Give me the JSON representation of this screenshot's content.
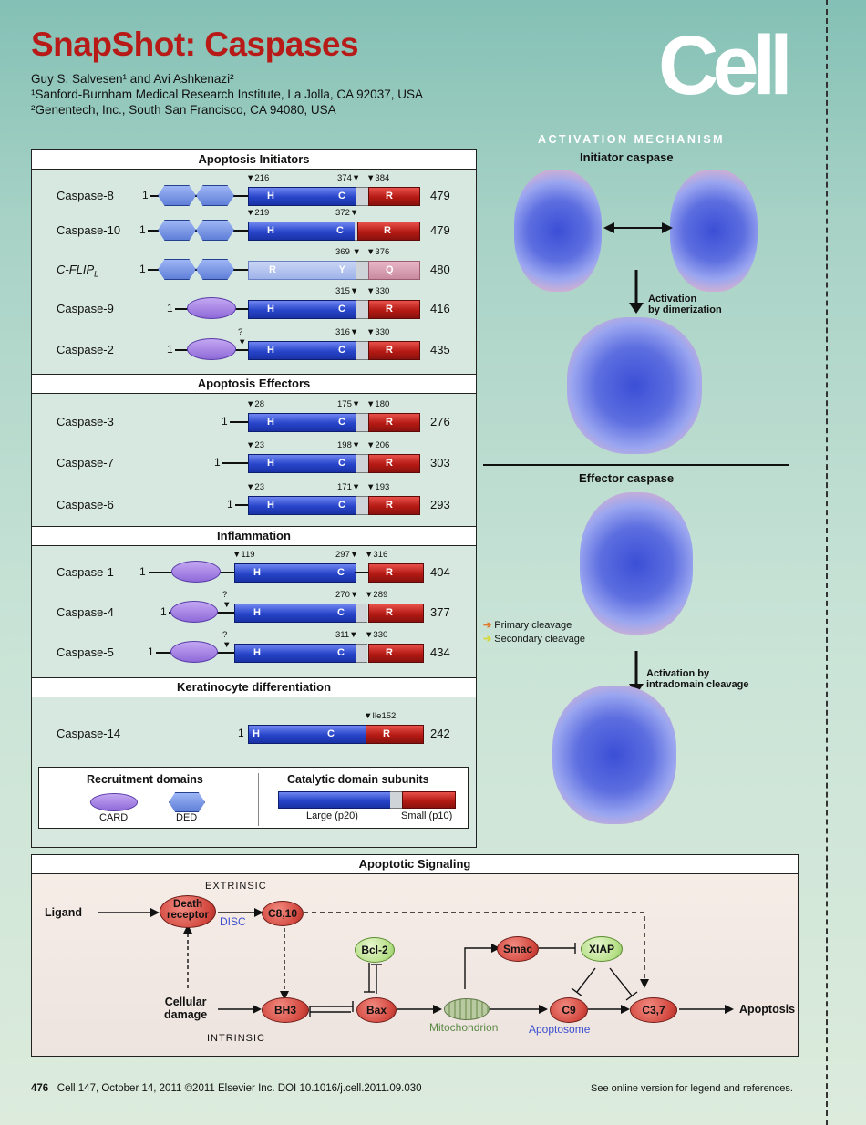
{
  "title": "SnapShot: Caspases",
  "authors": "Guy S. Salvesen¹ and Avi Ashkenazi²",
  "affil1": "¹Sanford-Burnham Medical Research Institute, La Jolla, CA 92037, USA",
  "affil2": "²Genentech, Inc., South San Francisco, CA 94080, USA",
  "logo": "Cell",
  "sections": {
    "initiators": "Apoptosis Initiators",
    "effectors": "Apoptosis Effectors",
    "inflammation": "Inflammation",
    "kerat": "Keratinocyte differentiation"
  },
  "caspases": [
    {
      "name": "Caspase-8",
      "len": "479",
      "s1": "216",
      "s2": "374",
      "s3": "384"
    },
    {
      "name": "Caspase-10",
      "len": "479",
      "s1": "219",
      "s2": "372",
      "s3": ""
    },
    {
      "name": "C-FLIP",
      "sub": "L",
      "len": "480",
      "s1": "",
      "s2": "369",
      "s3": "376"
    },
    {
      "name": "Caspase-9",
      "len": "416",
      "s1": "",
      "s2": "315",
      "s3": "330"
    },
    {
      "name": "Caspase-2",
      "len": "435",
      "s1": "?",
      "s2": "316",
      "s3": "330"
    },
    {
      "name": "Caspase-3",
      "len": "276",
      "s1": "28",
      "s2": "175",
      "s3": "180"
    },
    {
      "name": "Caspase-7",
      "len": "303",
      "s1": "23",
      "s2": "198",
      "s3": "206"
    },
    {
      "name": "Caspase-6",
      "len": "293",
      "s1": "23",
      "s2": "171",
      "s3": "193"
    },
    {
      "name": "Caspase-1",
      "len": "404",
      "s1": "119",
      "s2": "297",
      "s3": "316"
    },
    {
      "name": "Caspase-4",
      "len": "377",
      "s1": "?",
      "s2": "270",
      "s3": "289"
    },
    {
      "name": "Caspase-5",
      "len": "434",
      "s1": "?",
      "s2": "311",
      "s3": "330"
    },
    {
      "name": "Caspase-14",
      "len": "242",
      "s1": "",
      "s2": "",
      "s3": "Ile152"
    }
  ],
  "labels": {
    "one": "1",
    "H": "H",
    "C": "C",
    "R": "R",
    "Y": "Y",
    "Q": "Q"
  },
  "legend": {
    "recruit": "Recruitment domains",
    "card": "CARD",
    "ded": "DED",
    "catalytic": "Catalytic domain subunits",
    "large": "Large (p20)",
    "small": "Small (p10)"
  },
  "mechanism": {
    "heading": "ACTIVATION MECHANISM",
    "initiator": "Initiator caspase",
    "dimer": "Activation\nby dimerization",
    "effector": "Effector caspase",
    "primary": "Primary cleavage",
    "secondary": "Secondary cleavage",
    "intradomain": "Activation by\nintradomain cleavage"
  },
  "signaling": {
    "heading": "Apoptotic Signaling",
    "extrinsic": "EXTRINSIC",
    "intrinsic": "INTRINSIC",
    "ligand": "Ligand",
    "death": "Death\nreceptor",
    "disc": "DISC",
    "c810": "C8,10",
    "bcl2": "Bcl-2",
    "smac": "Smac",
    "xiap": "XIAP",
    "cellular": "Cellular\ndamage",
    "bh3": "BH3",
    "bax": "Bax",
    "mito": "Mitochondrion",
    "c9": "C9",
    "apoptosome": "Apoptosome",
    "c37": "C3,7",
    "apoptosis": "Apoptosis"
  },
  "footer": {
    "left": "476",
    "mid": "Cell 147, October 14, 2011 ©2011 Elsevier Inc.   DOI 10.1016/j.cell.2011.09.030",
    "right": "See online version for legend and references."
  },
  "colors": {
    "title": "#b81a17",
    "large": "#2744c9",
    "small": "#b51a14",
    "card": "#8f6ad9",
    "ded": "#5f7fd8"
  }
}
